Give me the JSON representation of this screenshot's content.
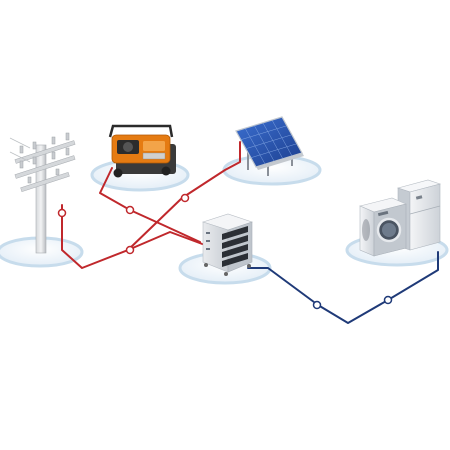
{
  "diagram": {
    "nodes": [
      {
        "id": "utility-pole",
        "icon": "utility-pole-icon"
      },
      {
        "id": "generator",
        "icon": "portable-generator-icon"
      },
      {
        "id": "solar-panel",
        "icon": "solar-panel-icon"
      },
      {
        "id": "battery-inverter-cabinet",
        "icon": "battery-cabinet-icon"
      },
      {
        "id": "home-appliances",
        "icon": "washer-and-refrigerator-icon"
      }
    ],
    "connections": [
      {
        "from": "utility-pole",
        "to": "battery-inverter-cabinet",
        "color": "#c0282c"
      },
      {
        "from": "generator",
        "to": "battery-inverter-cabinet",
        "color": "#c0282c"
      },
      {
        "from": "solar-panel",
        "to": "battery-inverter-cabinet",
        "color": "#c0282c"
      },
      {
        "from": "battery-inverter-cabinet",
        "to": "home-appliances",
        "color": "#1f3a78"
      }
    ],
    "colors": {
      "input_line": "#c0282c",
      "output_line": "#1f3a78",
      "platform": "#e6f0f8",
      "platform_edge": "#c7dcec",
      "generator_body": "#e57b12",
      "solar_cell": "#2a56b3"
    }
  }
}
